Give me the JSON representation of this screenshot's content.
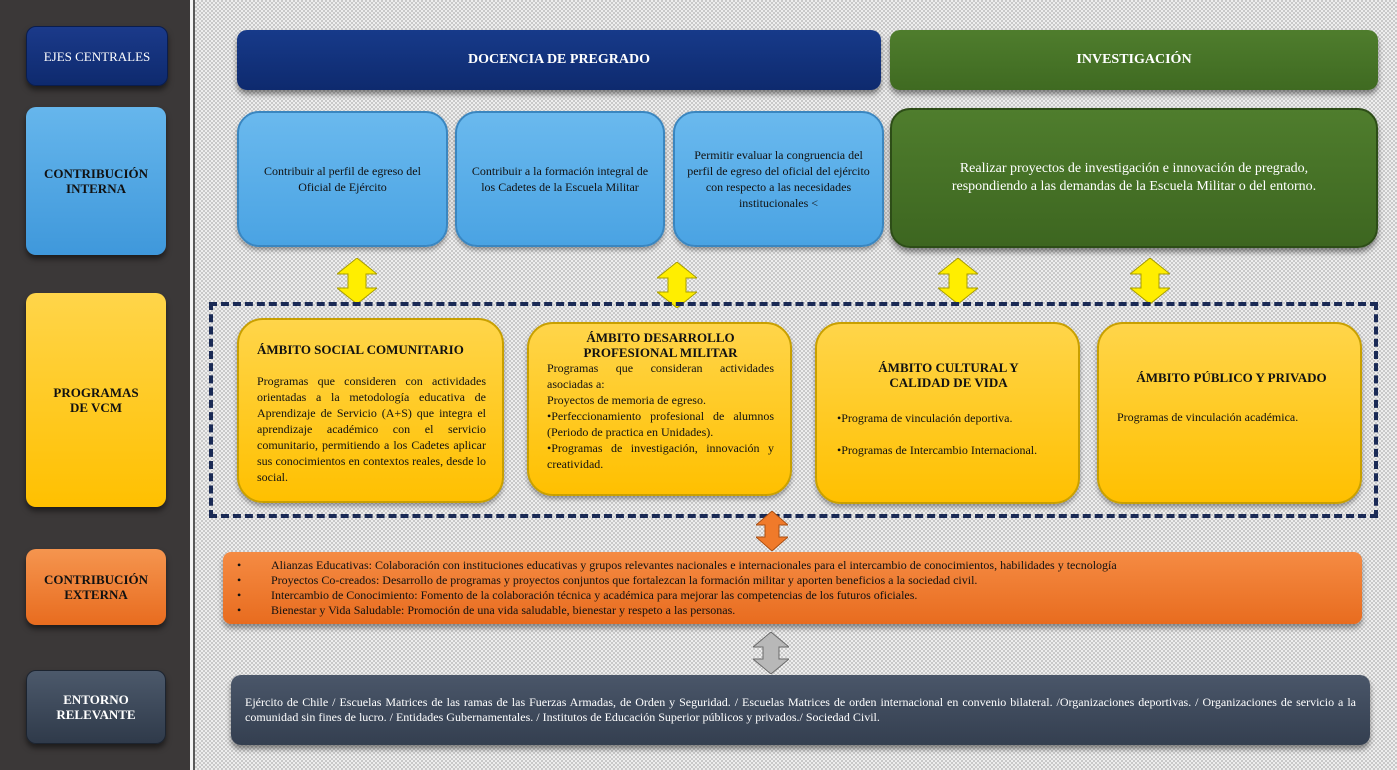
{
  "sidebar": {
    "ejes": "EJES CENTRALES",
    "contrib_interna": "CONTRIBUCIÓN INTERNA",
    "programas": "PROGRAMAS DE VCM",
    "contrib_externa": "CONTRIBUCIÓN EXTERNA",
    "entorno": "ENTORNO RELEVANTE"
  },
  "ejes": {
    "docencia": "DOCENCIA DE PREGRADO",
    "investigacion": "INVESTIGACIÓN"
  },
  "interna": [
    "Contribuir al perfil de egreso del Oficial de Ejército",
    "Contribuir a la formación integral de los Cadetes de la Escuela Militar",
    "Permitir evaluar la congruencia del perfil de egreso del oficial del ejército con respecto a las necesidades institucionales <",
    "Realizar proyectos de investigación e innovación de pregrado, respondiendo a las demandas de la Escuela Militar o del entorno."
  ],
  "ambitos": {
    "social": {
      "title": "ÁMBITO SOCIAL COMUNITARIO",
      "body": "Programas que consideren con actividades orientadas a la metodología educativa de Aprendizaje de Servicio (A+S) que integra el aprendizaje académico con el servicio comunitario, permitiendo a los Cadetes aplicar sus conocimientos en contextos reales, desde lo social."
    },
    "militar": {
      "title": "ÁMBITO DESARROLLO PROFESIONAL MILITAR",
      "lines": [
        "Programas que consideran actividades asociadas a:",
        "Proyectos de memoria de egreso.",
        "•Perfeccionamiento profesional de alumnos (Periodo de practica en Unidades).",
        "•Programas de investigación, innovación y creatividad."
      ]
    },
    "cultural": {
      "title": "ÁMBITO CULTURAL Y CALIDAD DE VIDA",
      "lines": [
        "•Programa de vinculación deportiva.",
        "•Programas de Intercambio Internacional."
      ]
    },
    "publico": {
      "title": "ÁMBITO PÚBLICO Y PRIVADO",
      "body": "Programas de vinculación académica."
    }
  },
  "externa": [
    "Alianzas Educativas: Colaboración con instituciones educativas y grupos relevantes nacionales e internacionales para el intercambio de conocimientos, habilidades y tecnología",
    "Proyectos Co-creados: Desarrollo de programas y proyectos conjuntos que fortalezcan la formación militar y aporten beneficios a la sociedad civil.",
    "Intercambio de Conocimiento: Fomento de la colaboración técnica y académica para mejorar las competencias de los futuros oficiales.",
    "Bienestar y Vida Saludable: Promoción de una vida saludable, bienestar y respeto a las personas."
  ],
  "entorno": "Ejército de Chile / Escuelas Matrices de las ramas de las Fuerzas Armadas, de Orden y Seguridad. / Escuelas Matrices de orden internacional en convenio bilateral. /Organizaciones deportivas. / Organizaciones de servicio a la comunidad sin fines de lucro. / Entidades Gubernamentales. / Institutos de Educación Superior públicos y privados./ Sociedad Civil.",
  "colors": {
    "navy": "#0e2a6e",
    "green": "#3f6a21",
    "blue": "#4aa3e3",
    "yellow": "#ffc000",
    "orange": "#f07a2a",
    "slate": "#3e4a5c",
    "sidebar": "#3b3838"
  }
}
